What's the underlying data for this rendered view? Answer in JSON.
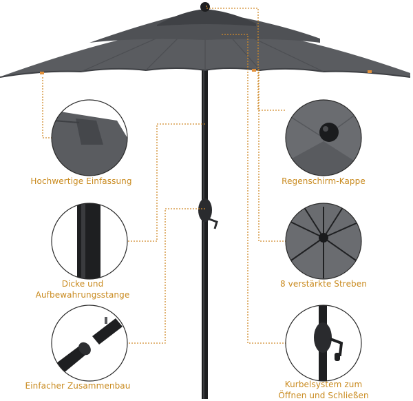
{
  "colors": {
    "accent": "#c98a1e",
    "canopy": "#5a5c60",
    "pole": "#1e1f21"
  },
  "features": [
    {
      "label": "Hochwertige Einfassung",
      "icon": "canopy-edge-detail-icon"
    },
    {
      "label": "Regenschirm-Kappe",
      "icon": "umbrella-cap-icon"
    },
    {
      "label_lines": [
        "Dicke und",
        "Aufbewahrungsstange"
      ],
      "icon": "thick-pole-icon"
    },
    {
      "label": "8 verstärkte Streben",
      "icon": "reinforced-ribs-icon"
    },
    {
      "label": "Einfacher Zusammenbau",
      "icon": "pole-assembly-icon"
    },
    {
      "label_lines": [
        "Kurbelsystem zum",
        "Öffnen und Schließen"
      ],
      "icon": "crank-system-icon"
    }
  ]
}
